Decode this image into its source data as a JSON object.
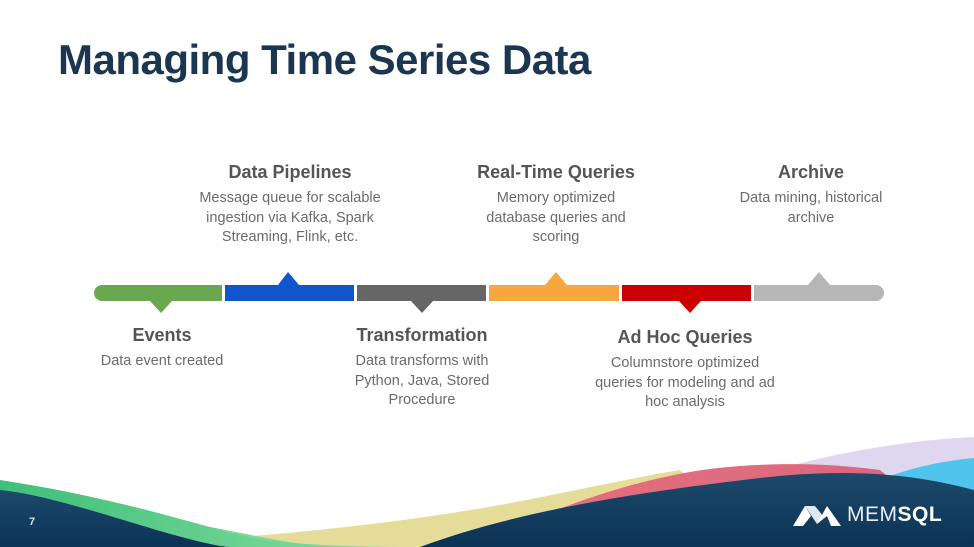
{
  "slide": {
    "title": "Managing Time Series Data",
    "page_number": "7"
  },
  "timeline": {
    "stages": [
      {
        "name": "Events",
        "description": "Data event created",
        "color": "#6aa84f",
        "label_position": "below"
      },
      {
        "name": "Data Pipelines",
        "description": "Message queue for scalable ingestion via Kafka, Spark Streaming, Flink, etc.",
        "color": "#1155cc",
        "label_position": "above"
      },
      {
        "name": "Transformation",
        "description": "Data transforms with Python, Java, Stored Procedure",
        "color": "#666666",
        "label_position": "below"
      },
      {
        "name": "Real-Time Queries",
        "description": "Memory optimized database queries and scoring",
        "color": "#f6a83f",
        "label_position": "above"
      },
      {
        "name": "Ad Hoc Queries",
        "description": "Columnstore optimized queries for modeling and ad hoc analysis",
        "color": "#cc0000",
        "label_position": "below"
      },
      {
        "name": "Archive",
        "description": "Data mining, historical archive",
        "color": "#b7b7b7",
        "label_position": "above"
      }
    ]
  },
  "footer": {
    "logo_icon": "memsql-mountain-logo-icon",
    "logo_text_light": "MEM",
    "logo_text_bold": "SQL"
  },
  "colors": {
    "title": "#1b3650",
    "footer_navy": "#0e3556",
    "wave_green": "#5fcf8a",
    "wave_yellow": "#e6dc9a",
    "wave_red": "#e0667a",
    "wave_lavender": "#dcd3ee",
    "wave_cyan": "#4fc4ec"
  }
}
